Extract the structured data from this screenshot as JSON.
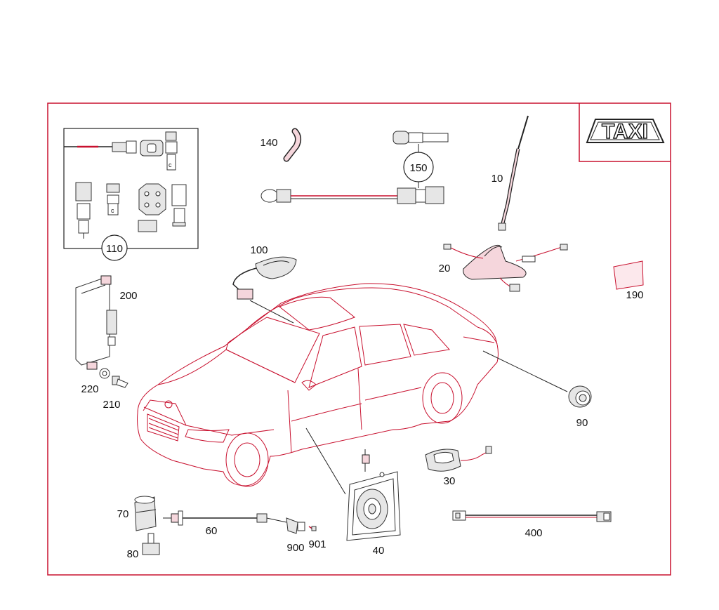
{
  "taxi_sign": {
    "text": "TAXI"
  },
  "part_numbers": {
    "p10": "10",
    "p20": "20",
    "p30": "30",
    "p40": "40",
    "p60": "60",
    "p70": "70",
    "p80": "80",
    "p90": "90",
    "p100": "100",
    "p110": "110",
    "p140": "140",
    "p150": "150",
    "p190": "190",
    "p200": "200",
    "p210": "210",
    "p220": "220",
    "p400": "400",
    "p900": "900",
    "p901": "901"
  },
  "connector_pin_labels": {
    "c1": "c",
    "c2": "c"
  }
}
